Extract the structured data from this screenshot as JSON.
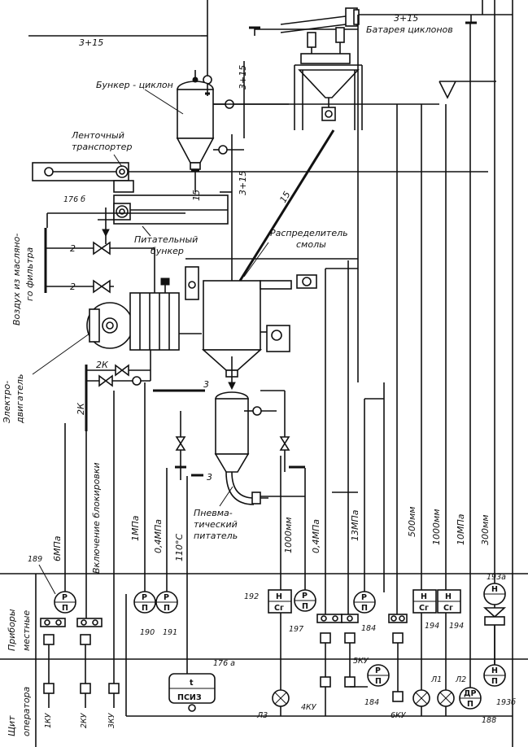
{
  "labels": {
    "supply_315_left": "3+15",
    "supply_315_right": "3+15",
    "battery_cyclones": "Батарея циклонов",
    "bunker_cyclone": "Бункер - циклон",
    "belt_conveyor": "Ленточный транспортер",
    "tag_176b": "176 б",
    "feed_bunker": "Питательный бункер",
    "air_from_oil_filter": "Воздух из масляного фильтра",
    "resin_distributor": "Распределитель смолы",
    "electric_motor": "Электродвигатель",
    "pneumatic_feeder": "Пневматический питатель",
    "interlock_switch": "Включение блокировки",
    "line_15_a": "15",
    "line_15_b": "15",
    "line_315_mid": "3+15",
    "line_315_vert": "3+15",
    "line_2_a": "2",
    "line_2_b": "2",
    "line_2k_a": "2К",
    "line_2k_b": "2К",
    "line_3_a": "3",
    "line_3_b": "3",
    "v_6mpa": "6МПа",
    "v_1mpa": "1МПа",
    "v_04mpa_a": "0,4МПа",
    "v_110c": "110°С",
    "v_1000mm_a": "1000мм",
    "v_04mpa_b": "0,4МПа",
    "v_13mpa": "13МПа",
    "v_500mm": "500мм",
    "v_1000mm_b": "1000мм",
    "v_10mpa": "10МПа",
    "v_300mm": "300мм",
    "row_local_instruments": "Приборы местные",
    "row_operator_panel": "Щит оператора",
    "tag_189": "189",
    "tag_190": "190",
    "tag_191": "191",
    "tag_192": "192",
    "tag_197": "197",
    "tag_184_a": "184",
    "tag_184_b": "184",
    "tag_194_a": "194",
    "tag_194_b": "194",
    "tag_193a": "193а",
    "tag_193b": "193б",
    "tag_188": "188",
    "tag_176a": "176 а",
    "tag_5ku": "5КУ",
    "tag_6ku": "6КУ",
    "tag_4ku": "4КУ",
    "tag_1ku": "1КУ",
    "tag_2ku": "2КУ",
    "tag_3ku": "3КУ",
    "lamp_l1": "Л1",
    "lamp_l2": "Л2",
    "lamp_l3": "Л3",
    "psiz": "ПСИЗ",
    "letter_t": "t",
    "sym_p": "Р",
    "sym_pi": "П",
    "sym_n": "Н",
    "sym_sg": "Сг",
    "sym_dr": "ДР"
  },
  "instruments": {
    "local": [
      {
        "tag": "189",
        "top": "Р",
        "bottom": "П",
        "signal": "6МПа"
      },
      {
        "tag": "190",
        "top": "Р",
        "bottom": "П",
        "signal": "1МПа"
      },
      {
        "tag": "191",
        "top": "Р",
        "bottom": "П",
        "signal": "0,4МПа"
      },
      {
        "tag": "192",
        "top": "Н",
        "bottom": "Сг",
        "signal": "1000мм"
      },
      {
        "tag": "197",
        "top": "Р",
        "bottom": "П",
        "signal": "0,4МПа"
      },
      {
        "tag": "184",
        "top": "Р",
        "bottom": "П",
        "signal": "13МПа"
      },
      {
        "tag": "194",
        "top": "Н",
        "bottom": "Сг",
        "signal": "500мм"
      },
      {
        "tag": "194",
        "top": "Н",
        "bottom": "Сг",
        "signal": "1000мм"
      },
      {
        "tag": "193а",
        "top": "Н",
        "bottom": "",
        "signal": "300мм"
      }
    ],
    "panel": [
      {
        "tag": "176 а",
        "name": "ПСИЗ",
        "symbol": "t"
      },
      {
        "tag": "184",
        "top": "Р",
        "bottom": "П"
      },
      {
        "tag": "188",
        "top": "ДР",
        "bottom": "П"
      },
      {
        "tag": "193б",
        "top": "Н",
        "bottom": "П"
      }
    ]
  },
  "colors": {
    "ink": "#111111",
    "paper": "#ffffff"
  }
}
